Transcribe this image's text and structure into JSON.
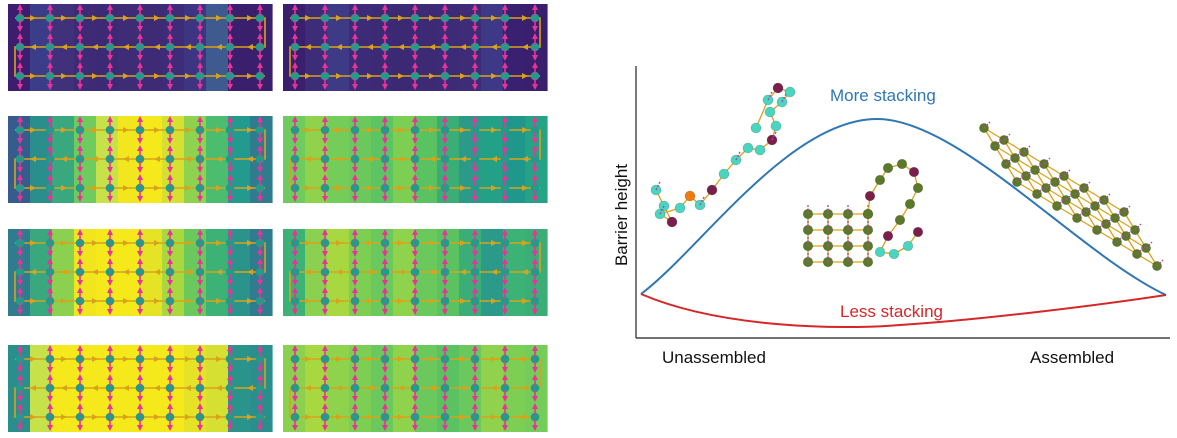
{
  "figure": {
    "ylabel": "Barrier height",
    "xlabel_left": "Unassembled",
    "xlabel_right": "Assembled",
    "curve_more_label": "More stacking",
    "curve_less_label": "Less stacking",
    "colors": {
      "more_curve": "#2f77b4",
      "less_curve": "#d62728",
      "arrow": "#e8339a",
      "path": "#d9a21b",
      "bead": "#1f9c8a",
      "bead_light": "#49d6c0",
      "bead_dark": "#7a1f4a",
      "bead_olive": "#5a7a2a",
      "bead_orange": "#f07a10"
    }
  },
  "heatmaps": [
    {
      "name": "panel-1-left",
      "colors": [
        "#3b1e6e",
        "#3b3d88",
        "#41307a",
        "#3e2a75",
        "#3d2a74",
        "#3f2c77",
        "#3e2a75",
        "#3d2d78",
        "#3d3582",
        "#3f5a8f",
        "#3a1f6c",
        "#3a1f6c"
      ]
    },
    {
      "name": "panel-1-right",
      "colors": [
        "#3a1f6c",
        "#3d2d78",
        "#3e3a86",
        "#3c2b76",
        "#3d2a74",
        "#3c2974",
        "#3d2a74",
        "#3c2b76",
        "#3e2c77",
        "#3d3986",
        "#3a2070",
        "#3a1f6c"
      ]
    },
    {
      "name": "panel-2-left",
      "colors": [
        "#355c8d",
        "#2a8f8c",
        "#3aa87f",
        "#6dcc5d",
        "#c7e14a",
        "#f2e61e",
        "#f5e81b",
        "#d6e033",
        "#8ed24e",
        "#4cbd6f",
        "#229a8d",
        "#2e7c8e"
      ]
    },
    {
      "name": "panel-2-right",
      "colors": [
        "#6dcc5d",
        "#8fd34c",
        "#74cd59",
        "#6ac85d",
        "#5cc463",
        "#7ccf53",
        "#5ac261",
        "#3aae76",
        "#2b9a88",
        "#23a186",
        "#1f988b",
        "#24a485"
      ]
    },
    {
      "name": "panel-3-left",
      "colors": [
        "#2e7c8e",
        "#3aa87f",
        "#8bd14f",
        "#f0e51f",
        "#f5e81b",
        "#f5e81b",
        "#e6e327",
        "#a8d840",
        "#6ac85d",
        "#3db277",
        "#2a948a",
        "#2e7c8e"
      ]
    },
    {
      "name": "panel-3-right",
      "colors": [
        "#3db277",
        "#8bd14f",
        "#a8d840",
        "#7ccf53",
        "#6ac85d",
        "#8fd34c",
        "#6ac85d",
        "#5ac261",
        "#3aae76",
        "#2b9a88",
        "#3db277",
        "#3aae76"
      ]
    },
    {
      "name": "panel-4-left",
      "colors": [
        "#2a8f8c",
        "#c7e14a",
        "#f5e81b",
        "#f5e81b",
        "#f5e81b",
        "#f5e81b",
        "#f5e81b",
        "#f5e81b",
        "#e6e327",
        "#d6e033",
        "#2a948a",
        "#2a8f8c"
      ]
    },
    {
      "name": "panel-4-right",
      "colors": [
        "#8bd14f",
        "#a8d840",
        "#8fd34c",
        "#7ccf53",
        "#6ac85d",
        "#8fd34c",
        "#6ac85d",
        "#5ac261",
        "#6ac85d",
        "#8fd34c",
        "#7ccf53",
        "#74cd59"
      ]
    }
  ]
}
